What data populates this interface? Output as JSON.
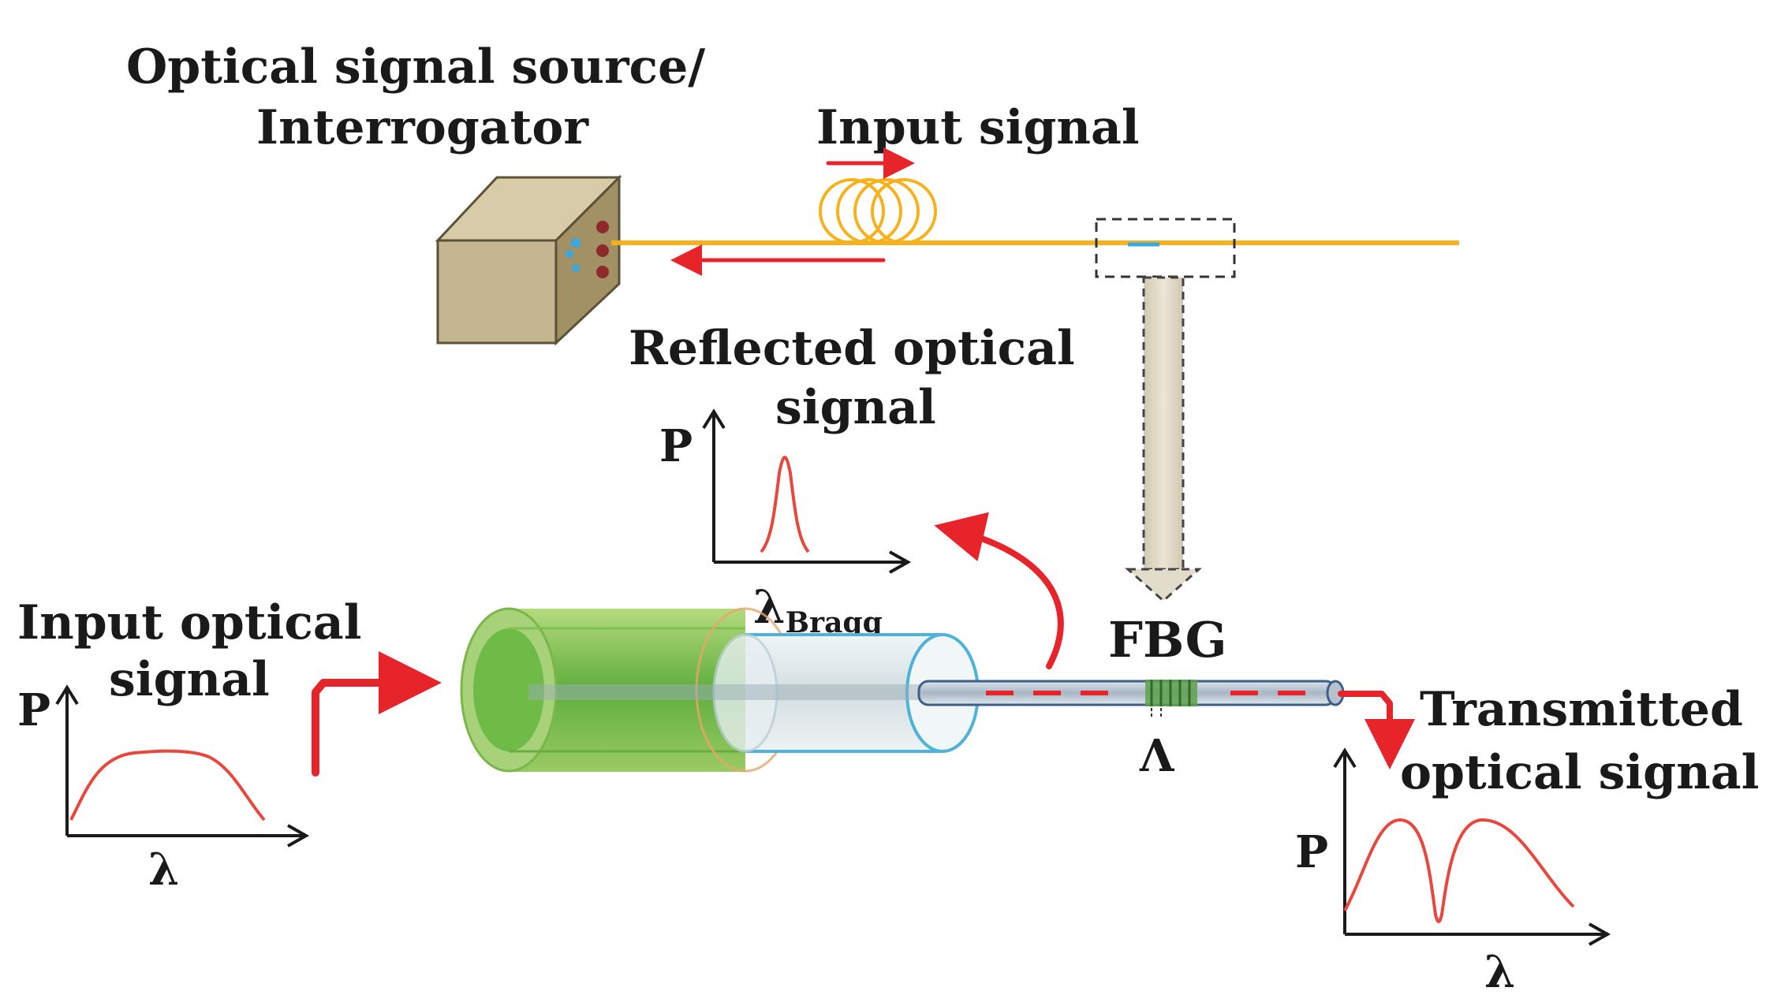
{
  "labels": {
    "source_line1": "Optical signal source/",
    "source_line2": "Interrogator",
    "input_signal": "Input signal",
    "reflected_line1": "Reflected optical",
    "reflected_line2": "signal",
    "input_optical_line1": "Input optical",
    "input_optical_line2": "signal",
    "fbg": "FBG",
    "period": "Λ",
    "transmitted_line1": "Transmitted",
    "transmitted_line2": "optical signal"
  },
  "axes": {
    "power": "P",
    "wavelength": "λ",
    "bragg_symbol": "λ",
    "bragg_subscript": "Bragg"
  },
  "colors": {
    "fiber": "#f5b21c",
    "signal_arrow": "#e8242b",
    "spectrum": "#e8473d",
    "interrogator_box": "#c8b892",
    "cladding_green": "#8bc34a",
    "cladding_blue": "#4fb3d9",
    "grating": "#5fa04e"
  }
}
